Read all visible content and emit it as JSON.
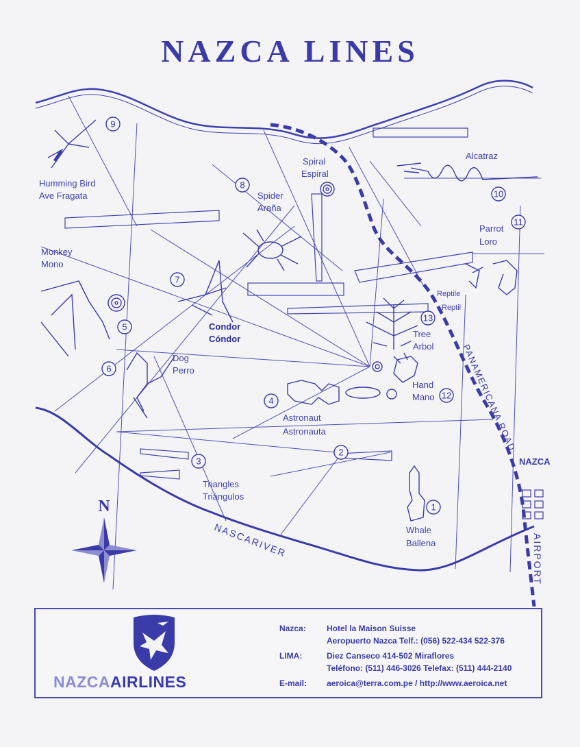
{
  "title": "NAZCA LINES",
  "colors": {
    "ink": "#3a3aa8",
    "paper": "#f4f4f6",
    "light": "#8c8cd0"
  },
  "figures": [
    {
      "number": "1",
      "name_en": "Whale",
      "name_es": "Ballena"
    },
    {
      "number": "2",
      "name_en": "",
      "name_es": ""
    },
    {
      "number": "3",
      "name_en": "Triangles",
      "name_es": "Triángulos"
    },
    {
      "number": "4",
      "name_en": "Astronaut",
      "name_es": "Astronauta"
    },
    {
      "number": "5",
      "name_en": "",
      "name_es": ""
    },
    {
      "number": "6",
      "name_en": "",
      "name_es": ""
    },
    {
      "number": "7",
      "name_en": "Condor",
      "name_es": "Cóndor"
    },
    {
      "number": "8",
      "name_en": "Spider",
      "name_es": "Araña"
    },
    {
      "number": "9",
      "name_en": "",
      "name_es": ""
    },
    {
      "number": "10",
      "name_en": "Alcatraz",
      "name_es": ""
    },
    {
      "number": "11",
      "name_en": "Parrot",
      "name_es": "Loro"
    },
    {
      "number": "12",
      "name_en": "Hand",
      "name_es": "Mano"
    },
    {
      "number": "13",
      "name_en": "Tree",
      "name_es": "Arbol"
    }
  ],
  "other_labels": {
    "humming_en": "Humming Bird",
    "humming_es": "Ave Fragata",
    "monkey_en": "Monkey",
    "monkey_es": "Mono",
    "spiral_en": "Spiral",
    "spiral_es": "Espiral",
    "dog_en": "Dog",
    "dog_es": "Perro",
    "reptile_en": "Reptile",
    "reptile_es": "Reptil",
    "road": "PANAMERICANA ROAD",
    "river": "NASCARIVER",
    "town": "NAZCA",
    "airport": "AIRPORT",
    "north": "N"
  },
  "footer": {
    "logo_part1": "NAZCA",
    "logo_part2": "AIRLINES",
    "nazca_label": "Nazca:",
    "nazca_line1": "Hotel la Maison Suisse",
    "nazca_line2": "Aeropuerto Nazca Telf.: (056) 522-434  522-376",
    "lima_label": "LIMA:",
    "lima_line1": "Diez Canseco 414-502  Miraflores",
    "lima_line2": "Teléfono: (511) 446-3026 Telefax: (511) 444-2140",
    "email_label": "E-mail:",
    "email_value": "aeroica@terra.com.pe / http://www.aeroica.net"
  }
}
